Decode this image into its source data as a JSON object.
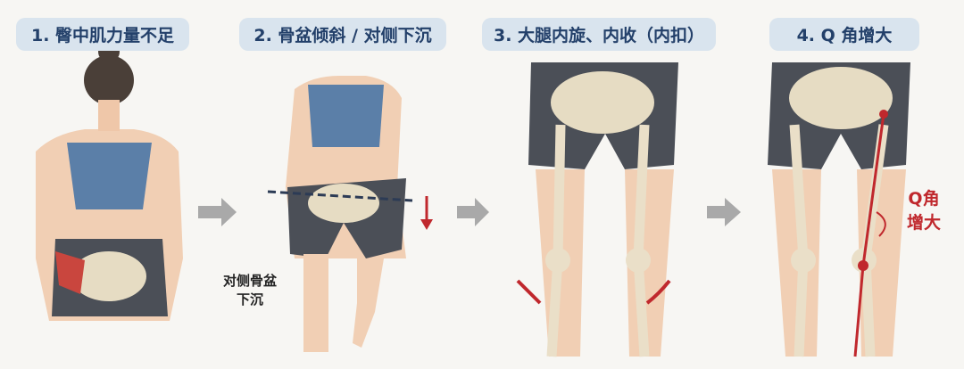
{
  "steps": [
    {
      "label": "1. 臀中肌力量不足"
    },
    {
      "label": "2. 骨盆倾斜 / 对侧下沉"
    },
    {
      "label": "3. 大腿内旋、内收（内扣）"
    },
    {
      "label": "4. Q 角增大"
    }
  ],
  "annotations": {
    "pelvis_drop_line1": "对侧骨盆",
    "pelvis_drop_line2": "下沉",
    "q_angle_line1": "Q角",
    "q_angle_line2": "增大"
  },
  "colors": {
    "badge_bg": "#d9e4ee",
    "badge_text": "#23406a",
    "accent_red": "#c0282d",
    "arrow_gray": "#a9a9a9"
  }
}
